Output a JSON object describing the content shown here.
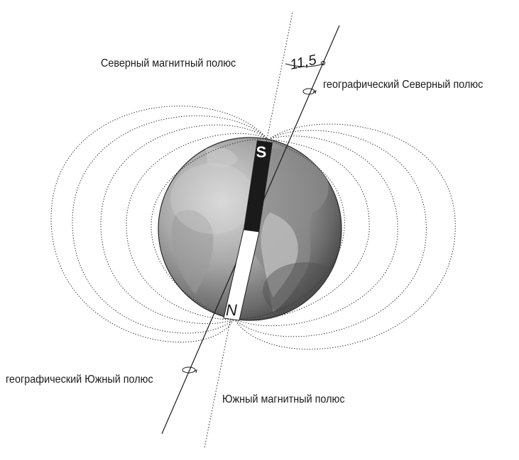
{
  "labels": {
    "north_magnetic_pole": "Северный магнитный полюс",
    "geographic_north_pole": "географический Северный полюс",
    "geographic_south_pole": "географический Южный полюс",
    "south_magnetic_pole": "Южный магнитный полюс"
  },
  "angle": {
    "value": "11,5",
    "unit_symbol": "°"
  },
  "magnet": {
    "top_pole": "S",
    "bottom_pole": "N"
  }
}
